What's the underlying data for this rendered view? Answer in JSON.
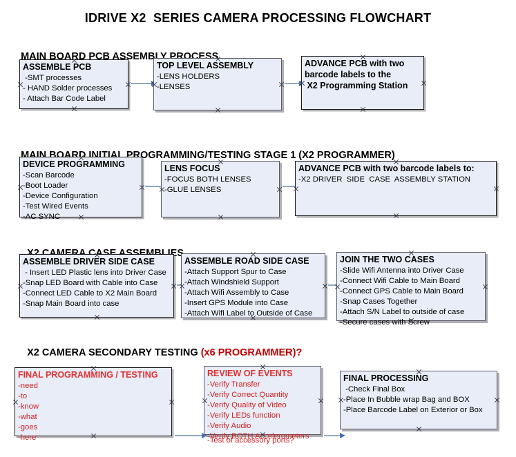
{
  "title": "IDRIVE X2  SERIES CAMERA PROCESSING FLOWCHART",
  "colors": {
    "box_fill": "#E8EDF7",
    "box_border": "#1a1a1a",
    "accent_red": "#C00000",
    "arrow_line": "#8FA8C4",
    "arrow_head": "#4472B0"
  },
  "sections": [
    {
      "heading": "MAIN BOARD PCB ASSEMBLY PROCESS",
      "heading_red": "",
      "boxes": [
        {
          "title": "ASSEMBLE PCB",
          "lines": [
            " -SMT processes",
            "- HAND Solder processes",
            "- Attach Bar Code Label"
          ]
        },
        {
          "title": "TOP LEVEL ASSEMBLY",
          "lines": [
            "-LENS HOLDERS",
            "-LENSES"
          ]
        },
        {
          "title": "ADVANCE PCB with two",
          "lines": [
            "barcode labels to the",
            " X2 Programming Station"
          ]
        }
      ]
    },
    {
      "heading": "MAIN BOARD INITIAL PROGRAMMING/TESTING STAGE 1 (X2 PROGRAMMER)",
      "heading_red": "",
      "boxes": [
        {
          "title": "DEVICE PROGRAMMING",
          "lines": [
            "-Scan Barcode",
            "-Boot Loader",
            "-Device Configuration",
            "-Test Wired Events",
            "-AC SYNC"
          ]
        },
        {
          "title": "LENS FOCUS",
          "lines": [
            "-FOCUS BOTH LENSES",
            "-GLUE LENSES"
          ]
        },
        {
          "title": "ADVANCE PCB with two barcode labels to:",
          "lines": [
            "-X2 DRIVER  SIDE  CASE  ASSEMBLY STATION"
          ]
        }
      ]
    },
    {
      "heading": "X2 CAMERA CASE ASSEMBLIES",
      "heading_red": "",
      "boxes": [
        {
          "title": "ASSEMBLE DRIVER SIDE CASE",
          "lines": [
            " - Insert LED Plastic lens into Driver Case",
            "-Snap LED Board with Cable into Case",
            "-Connect LED Cable to X2 Main Board",
            "-Snap Main Board into case"
          ]
        },
        {
          "title": "ASSEMBLE ROAD SIDE CASE",
          "lines": [
            "-Attach Support Spur to Case",
            "-Attach Windshield Support",
            "-Attach Wifi Assembly to Case",
            "-Insert GPS Module into Case",
            "-Attach Wifi Label to Outside of Case"
          ]
        },
        {
          "title": "JOIN THE TWO CASES",
          "lines": [
            "-Slide Wifi Antenna into Driver Case",
            "-Connect Wifi Cable to Main Board",
            "-Connect GPS Cable to Main Board",
            "-Snap Cases Together",
            "-Attach S/N Label to outside of case",
            "-Secure cases with Screw"
          ]
        }
      ]
    },
    {
      "heading": "X2 CAMERA SECONDARY TESTING ",
      "heading_red": "(x6 PROGRAMMER)?",
      "boxes": [
        {
          "title": "FINAL PROGRAMMING / TESTING",
          "lines": [
            "-need",
            "-to",
            "-know",
            "-what",
            "-goes",
            "-here"
          ]
        },
        {
          "title": "REVIEW OF EVENTS",
          "lines": [
            "-Verify Transfer",
            "-Verify Correct Quantity",
            "-Verify Quality of Video",
            "-Verify LEDs function",
            "-Verify Audio",
            "-Verify BOTH Accelerometers"
          ],
          "overflow": "-Test of accessory ports?"
        },
        {
          "title": "FINAL PROCESSING",
          "lines": [
            " -Check Final Box",
            "-Place In Bubble wrap Bag and BOX",
            "-Place Barcode Label on Exterior or Box"
          ]
        }
      ]
    }
  ]
}
